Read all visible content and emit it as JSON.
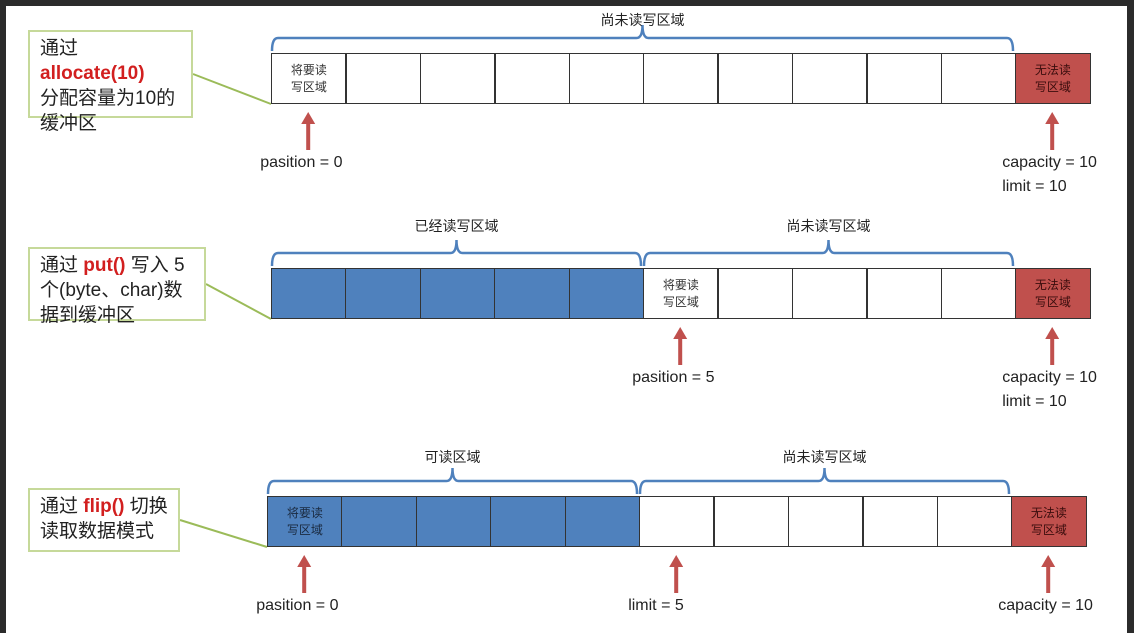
{
  "colors": {
    "written": "#4f81bd",
    "invalid": "#c0504d",
    "brace": "#4f81bd",
    "arrow": "#c0504d",
    "callout_border": "#c6d99a",
    "method": "#d21f1f"
  },
  "stages": [
    {
      "caption": {
        "prefix": "通过 ",
        "method": "allocate(10)",
        "suffix": "",
        "lines": [
          "分配容量为10的",
          "缓冲区"
        ]
      },
      "cells": [
        {
          "state": "unread",
          "label": "将要读写区域"
        },
        {
          "state": "unread",
          "label": ""
        },
        {
          "state": "unread",
          "label": ""
        },
        {
          "state": "unread",
          "label": ""
        },
        {
          "state": "unread",
          "label": ""
        },
        {
          "state": "unread",
          "label": ""
        },
        {
          "state": "unread",
          "label": ""
        },
        {
          "state": "unread",
          "label": ""
        },
        {
          "state": "unread",
          "label": ""
        },
        {
          "state": "unread",
          "label": ""
        },
        {
          "state": "invalid",
          "label": "无法读写区域"
        }
      ],
      "regions": [
        {
          "label": "尚未读写区域",
          "from": 0,
          "to": 9
        }
      ],
      "pointers": [
        {
          "cell": 0,
          "labels": [
            "pasition = 0"
          ]
        },
        {
          "cell": 10,
          "labels": [
            "capacity = 10",
            "limit = 10"
          ]
        }
      ]
    },
    {
      "caption": {
        "prefix": "通过 ",
        "method": "put()",
        "suffix": " 写入 5",
        "lines": [
          "个(byte、char)数",
          "据到缓冲区"
        ]
      },
      "cells": [
        {
          "state": "written",
          "label": ""
        },
        {
          "state": "written",
          "label": ""
        },
        {
          "state": "written",
          "label": ""
        },
        {
          "state": "written",
          "label": ""
        },
        {
          "state": "written",
          "label": ""
        },
        {
          "state": "unread",
          "label": "将要读写区域"
        },
        {
          "state": "unread",
          "label": ""
        },
        {
          "state": "unread",
          "label": ""
        },
        {
          "state": "unread",
          "label": ""
        },
        {
          "state": "unread",
          "label": ""
        },
        {
          "state": "invalid",
          "label": "无法读写区域"
        }
      ],
      "regions": [
        {
          "label": "已经读写区域",
          "from": 0,
          "to": 4
        },
        {
          "label": "尚未读写区域",
          "from": 5,
          "to": 9
        }
      ],
      "pointers": [
        {
          "cell": 5,
          "labels": [
            "pasition = 5"
          ]
        },
        {
          "cell": 10,
          "labels": [
            "capacity = 10",
            "limit = 10"
          ]
        }
      ]
    },
    {
      "caption": {
        "prefix": "通过 ",
        "method": "flip()",
        "suffix": " 切换",
        "lines": [
          "读取数据模式"
        ]
      },
      "cells": [
        {
          "state": "readable",
          "label": "将要读写区域"
        },
        {
          "state": "readable",
          "label": ""
        },
        {
          "state": "readable",
          "label": ""
        },
        {
          "state": "readable",
          "label": ""
        },
        {
          "state": "readable",
          "label": ""
        },
        {
          "state": "unread",
          "label": ""
        },
        {
          "state": "unread",
          "label": ""
        },
        {
          "state": "unread",
          "label": ""
        },
        {
          "state": "unread",
          "label": ""
        },
        {
          "state": "unread",
          "label": ""
        },
        {
          "state": "invalid",
          "label": "无法读写区域"
        }
      ],
      "regions": [
        {
          "label": "可读区域",
          "from": 0,
          "to": 4
        },
        {
          "label": "尚未读写区域",
          "from": 5,
          "to": 9
        }
      ],
      "pointers": [
        {
          "cell": 0,
          "labels": [
            "pasition = 0"
          ]
        },
        {
          "cell": 5,
          "labels": [
            "limit = 5"
          ]
        },
        {
          "cell": 10,
          "labels": [
            "capacity = 10"
          ]
        }
      ]
    }
  ]
}
